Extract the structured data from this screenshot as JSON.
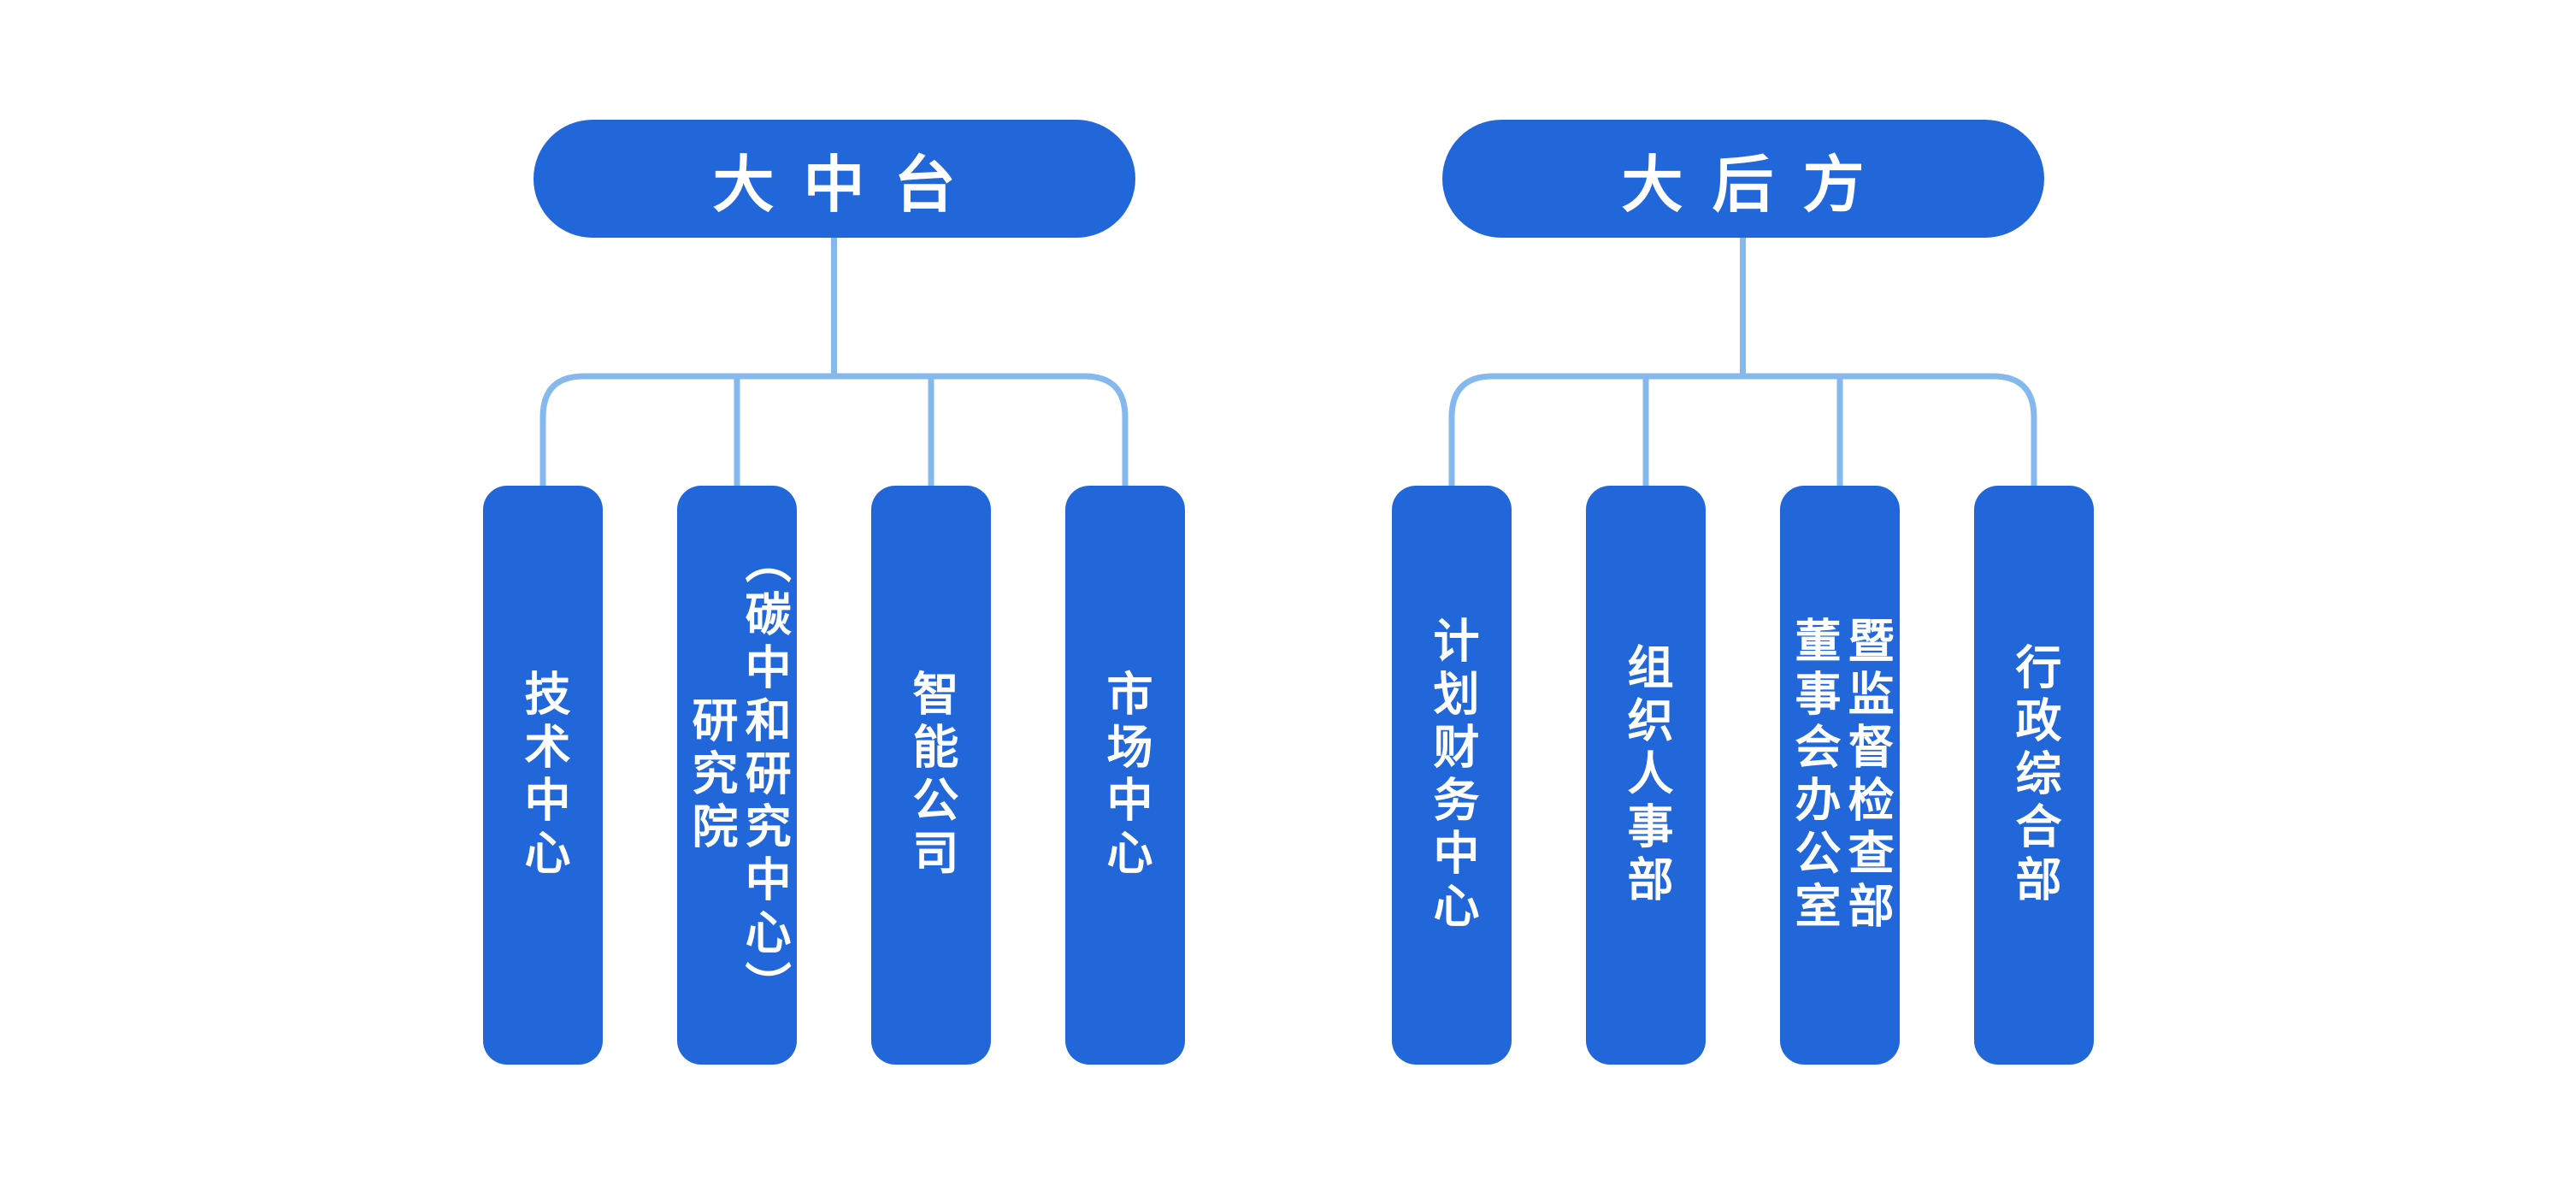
{
  "diagram": {
    "type": "org-chart",
    "background": "#ffffff",
    "colors": {
      "node_fill": "#2267d9",
      "node_text": "#ffffff",
      "connector": "#85b9ed"
    },
    "groups": [
      {
        "title": "大中台",
        "children": [
          {
            "label": "技术中心"
          },
          {
            "label": "研究院\n（碳中和研究中心）"
          },
          {
            "label": "智能公司"
          },
          {
            "label": "市场中心"
          }
        ]
      },
      {
        "title": "大后方",
        "children": [
          {
            "label": "计划财务中心"
          },
          {
            "label": "组织人事部"
          },
          {
            "label": "董事会办公室\n暨监督检查部"
          },
          {
            "label": "行政综合部"
          }
        ]
      }
    ]
  }
}
